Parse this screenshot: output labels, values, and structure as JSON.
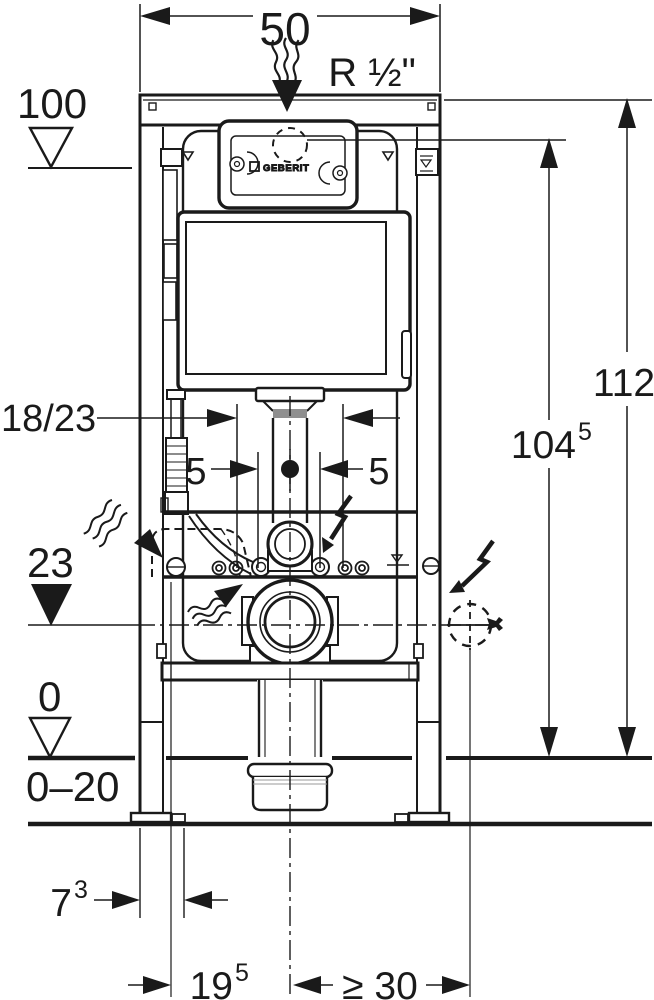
{
  "drawing": {
    "brand": "GEBERIT",
    "colors": {
      "line": "#1a1a1a",
      "background": "#ffffff",
      "pipe_band": "#8f8f8f"
    },
    "labels": {
      "width_top": "50",
      "supply_thread": "R ½\"",
      "level_100": "100",
      "height_total": "112",
      "height_actuator": "104",
      "height_actuator_sup": "5",
      "flush_pipe_offset": "18/23",
      "side_play_left": "5",
      "side_play_right": "5",
      "level_outlet": "23",
      "level_floor": "0",
      "floor_buildup_range": "0–20",
      "front_offset": "7",
      "front_offset_sup": "3",
      "outlet_offset": "19",
      "outlet_offset_sup": "5",
      "side_clearance": "≥ 30"
    }
  }
}
